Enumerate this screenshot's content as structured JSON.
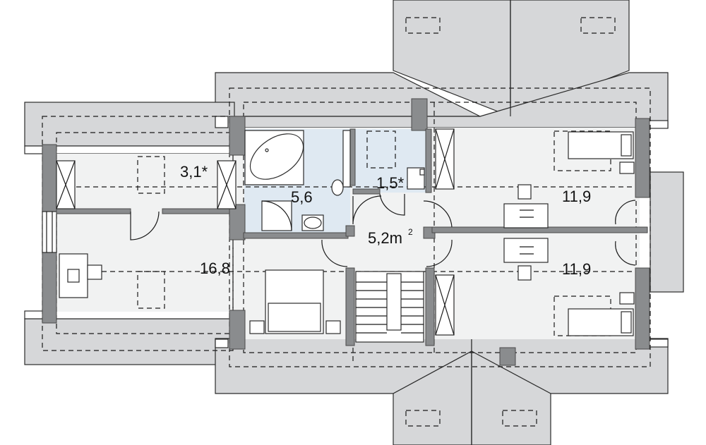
{
  "rooms": {
    "attic_store": {
      "area": "3,1*"
    },
    "bathroom": {
      "area": "5,6"
    },
    "wc": {
      "area": "1,5*"
    },
    "hall": {
      "area": "5,2m",
      "unit_sup": "2"
    },
    "bedroom_top_right": {
      "area": "11,9"
    },
    "bedroom_bottom_right": {
      "area": "11,9"
    },
    "bedroom_left": {
      "area": "16,8"
    }
  },
  "colors": {
    "roof": "#d6d7d9",
    "floor": "#f1f2f2",
    "bathroom_floor": "#dfe9f2",
    "wall": "#8a8c8e",
    "lines": "#1a1a1a"
  }
}
